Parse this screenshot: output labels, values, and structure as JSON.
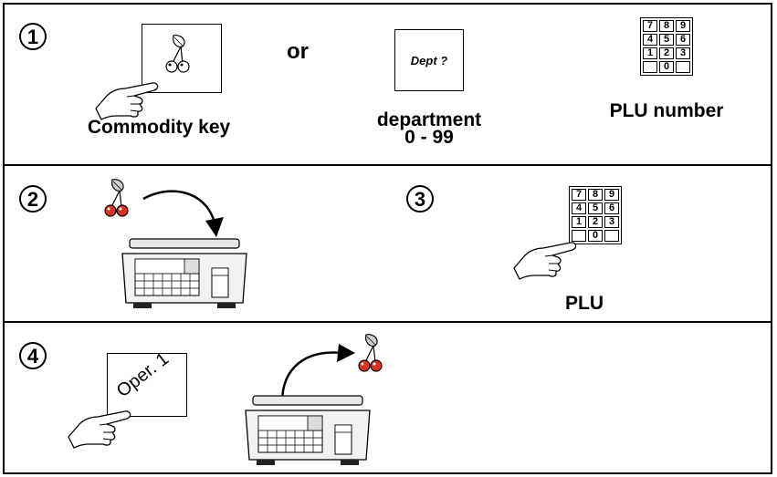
{
  "step1": {
    "number": "1",
    "commodity_label": "Commodity key",
    "or_label": "or",
    "dept_card_text": "Dept ?",
    "department_label": "department",
    "department_range": "0 - 99",
    "plu_number_label": "PLU number",
    "keypad_keys": [
      "7",
      "8",
      "9",
      "4",
      "5",
      "6",
      "1",
      "2",
      "3",
      "",
      "0",
      ""
    ]
  },
  "step2": {
    "number": "2"
  },
  "step3": {
    "number": "3",
    "plu_label": "PLU",
    "keypad_keys": [
      "7",
      "8",
      "9",
      "4",
      "5",
      "6",
      "1",
      "2",
      "3",
      "",
      "0",
      ""
    ]
  },
  "step4": {
    "number": "4",
    "oper_card_text": "Oper. 1"
  },
  "icons": [
    "hand-pointer-icon",
    "cherry-icon",
    "scale-icon",
    "keypad-icon",
    "arrow-icon"
  ]
}
